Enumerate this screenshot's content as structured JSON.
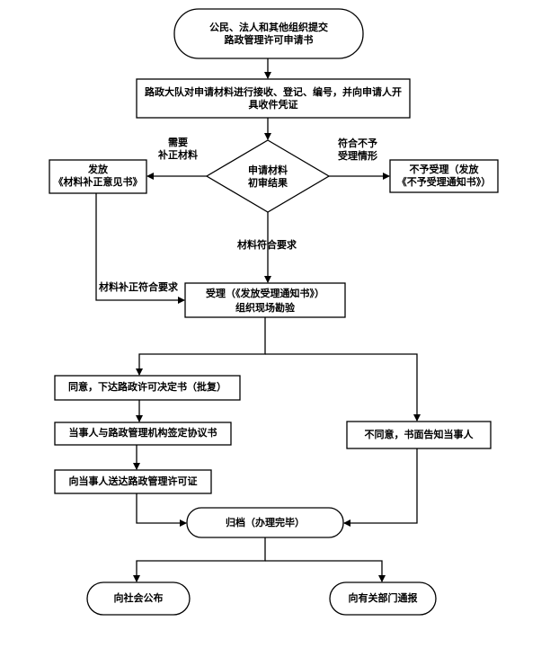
{
  "nodes": {
    "start": {
      "line1": "公民、法人和其他组织提交",
      "line2": "路政管理许可申请书"
    },
    "receive": {
      "line1": "路政大队对申请材料进行接收、登记、编号，并向申请人开",
      "line2": "具收件凭证"
    },
    "review": {
      "line1": "申请材料",
      "line2": "初审结果"
    },
    "supplement": {
      "line1": "发放",
      "line2": "《材料补正意见书》"
    },
    "reject": {
      "line1": "不予受理（发放",
      "line2": "《不予受理通知书》）"
    },
    "accept": {
      "line1": "受理（《发放受理通知书》）",
      "line2": "组织现场勘验"
    },
    "approve": {
      "text": "同意，下达路政许可决定书（批复）"
    },
    "agreement": {
      "text": "当事人与路政管理机构签定协议书"
    },
    "deliver": {
      "text": "向当事人送达路政管理许可证"
    },
    "disagree": {
      "text": "不同意，书面告知当事人"
    },
    "archive": {
      "text": "归档（办理完毕）"
    },
    "publish": {
      "text": "向社会公布"
    },
    "report": {
      "text": "向有关部门通报"
    }
  },
  "labels": {
    "need_supplement_1": "需要",
    "need_supplement_2": "补正材料",
    "not_accept_1": "符合不予",
    "not_accept_2": "受理情形",
    "materials_ok": "材料符合要求",
    "supplement_ok": "材料补正符合要求"
  },
  "colors": {
    "stroke": "#000000",
    "fill": "#ffffff"
  }
}
